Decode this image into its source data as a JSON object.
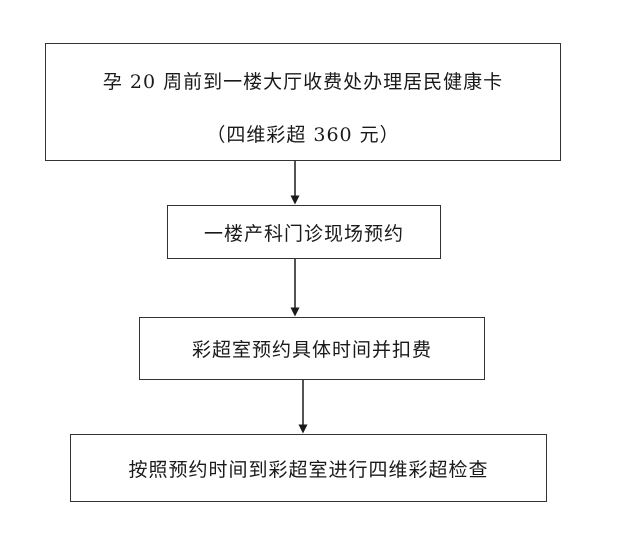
{
  "flow": {
    "steps": [
      {
        "line1": "孕 20 周前到一楼大厅收费处办理居民健康卡",
        "line2": "（四维彩超 360 元）"
      },
      {
        "text": "一楼产科门诊现场预约"
      },
      {
        "text": "彩超室预约具体时间并扣费"
      },
      {
        "text": "按照预约时间到彩超室进行四维彩超检查"
      }
    ]
  },
  "colors": {
    "border": "#333333",
    "arrow": "#1a1a1a"
  }
}
